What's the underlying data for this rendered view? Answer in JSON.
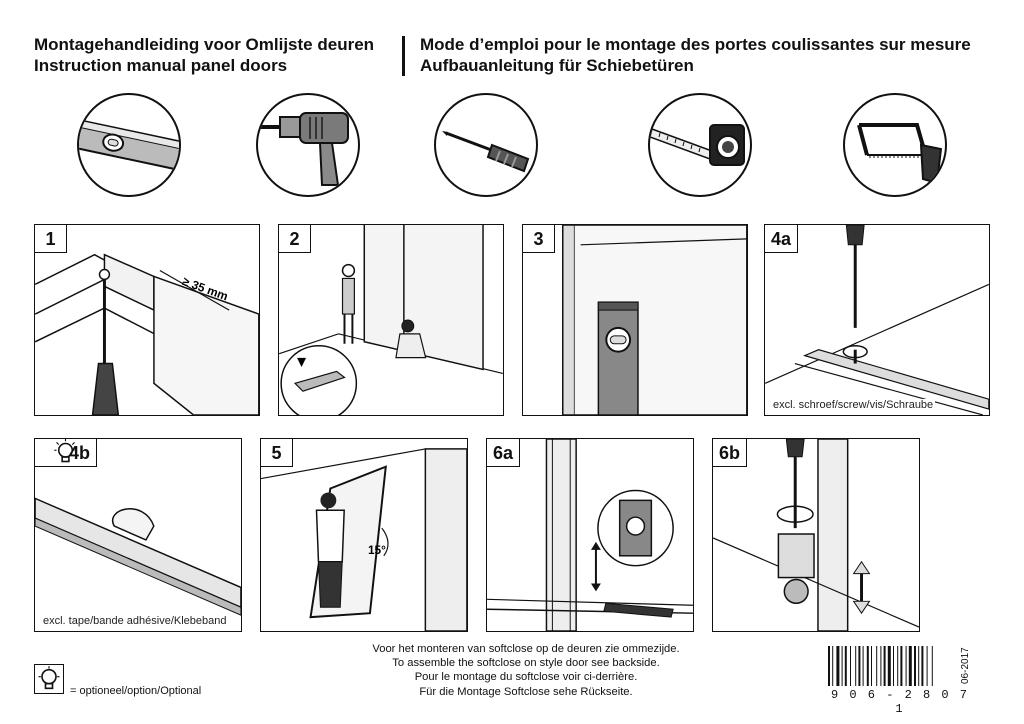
{
  "header": {
    "left_line1": "Montagehandleiding voor Omlijste deuren",
    "left_line2": "Instruction manual panel doors",
    "right_line1": "Mode d’emploi pour le montage des portes coulissantes sur mesure",
    "right_line2": "Aufbauanleitung für Schiebetüren"
  },
  "tools": [
    "spirit-level-icon",
    "power-drill-icon",
    "screwdriver-icon",
    "tape-measure-icon",
    "hacksaw-icon"
  ],
  "panels": [
    {
      "step": "1",
      "label": "≥ 35 mm"
    },
    {
      "step": "2",
      "marker": "▼"
    },
    {
      "step": "3"
    },
    {
      "step": "4a",
      "caption": "excl. schroef/screw/vis/Schraube"
    },
    {
      "step": "4b",
      "caption": "excl. tape/bande adhésive/Klebeband"
    },
    {
      "step": "5",
      "angle": "15°"
    },
    {
      "step": "6a"
    },
    {
      "step": "6b"
    }
  ],
  "footer": {
    "note_line1": "Voor het monteren van softclose op de deuren zie ommezijde.",
    "note_line2": "To assemble the softclose on style door see backside.",
    "note_line3": "Pour le montage du softclose voir ci-derrière.",
    "note_line4": "Für die Montage Softclose sehe Rückseite.",
    "legend_text": "= optioneel/option/Optional",
    "barcode_number": "9 0 6 - 2 8 0 7 1",
    "date": "06-2017"
  }
}
